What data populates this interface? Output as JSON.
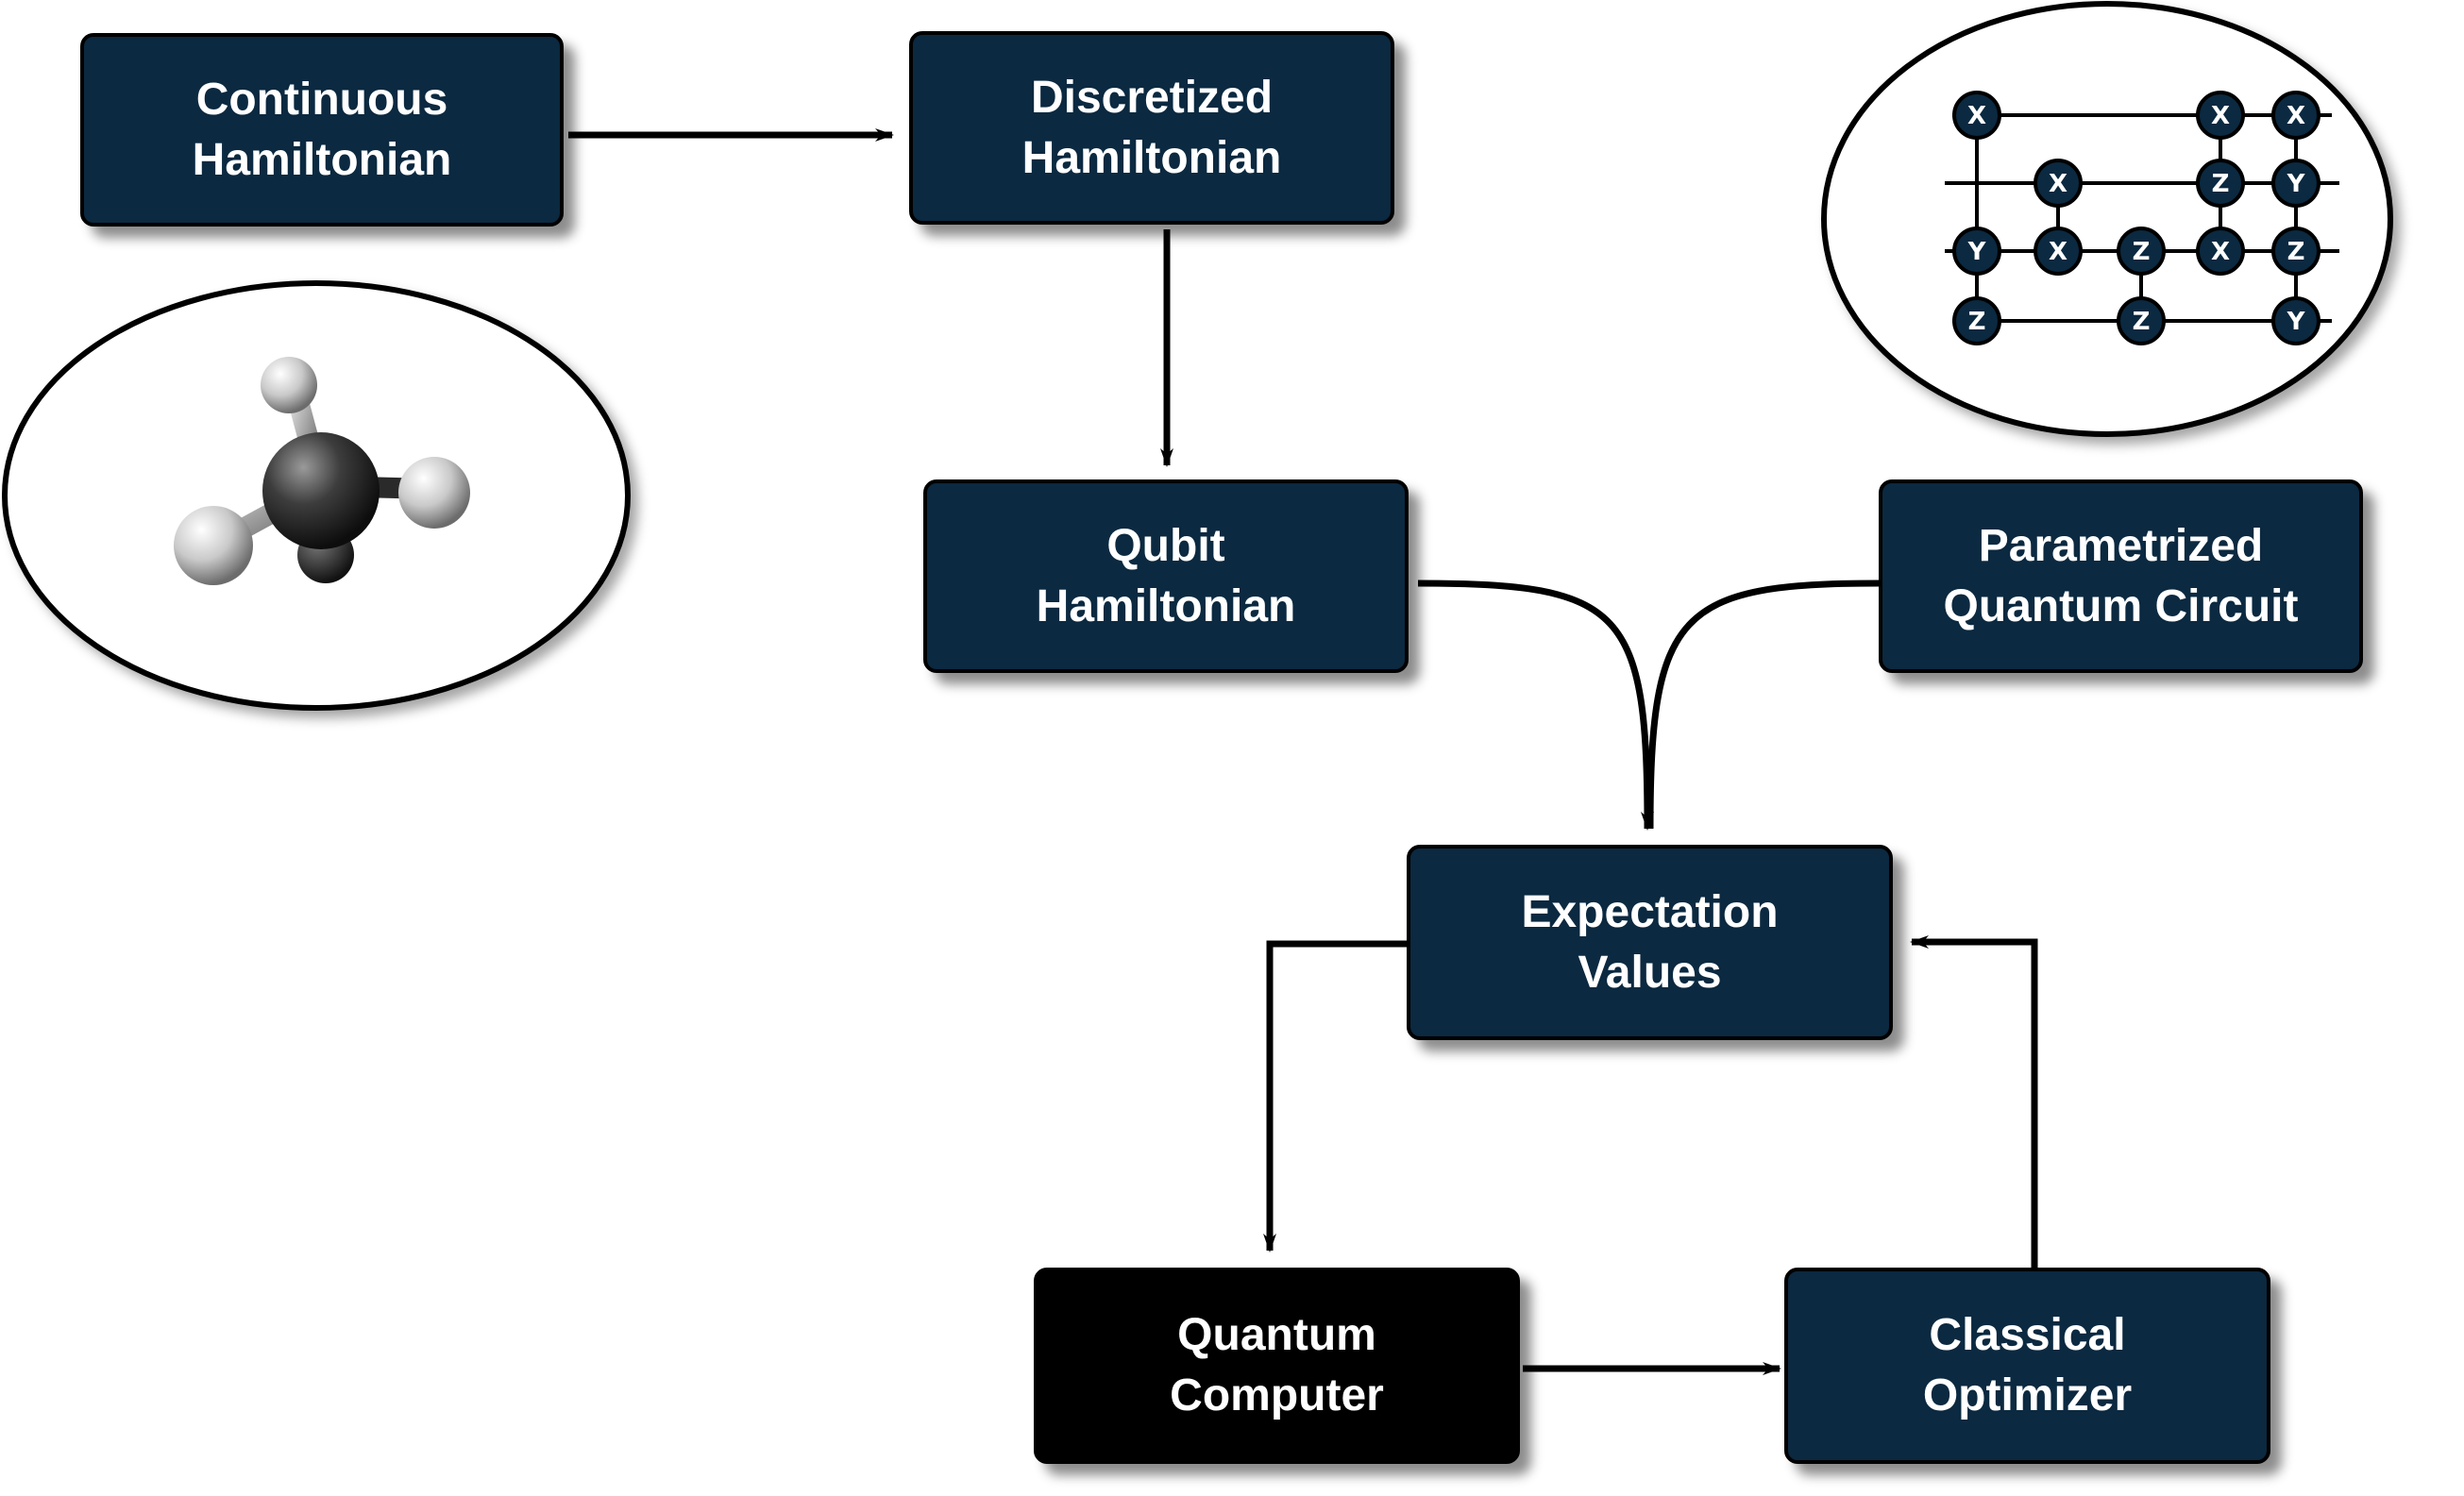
{
  "diagram": {
    "nodes": {
      "continuous_hamiltonian": {
        "line1": "Continuous",
        "line2": "Hamiltonian"
      },
      "discretized_hamiltonian": {
        "line1": "Discretized",
        "line2": "Hamiltonian"
      },
      "qubit_hamiltonian": {
        "line1": "Qubit",
        "line2": "Hamiltonian"
      },
      "parametrized_quantum_circuit": {
        "line1": "Parametrized",
        "line2": "Quantum Circuit"
      },
      "expectation_values": {
        "line1": "Expectation",
        "line2": "Values"
      },
      "quantum_computer": {
        "line1": "Quantum",
        "line2": "Computer"
      },
      "classical_optimizer": {
        "line1": "Classical",
        "line2": "Optimizer"
      }
    },
    "edges": [
      {
        "from": "continuous_hamiltonian",
        "to": "discretized_hamiltonian"
      },
      {
        "from": "discretized_hamiltonian",
        "to": "qubit_hamiltonian"
      },
      {
        "from": "qubit_hamiltonian",
        "to": "expectation_values"
      },
      {
        "from": "parametrized_quantum_circuit",
        "to": "expectation_values"
      },
      {
        "from": "expectation_values",
        "to": "quantum_computer"
      },
      {
        "from": "quantum_computer",
        "to": "classical_optimizer"
      },
      {
        "from": "classical_optimizer",
        "to": "expectation_values"
      }
    ],
    "molecule_illustration": {
      "icon": "methane-molecule-icon",
      "atoms": [
        "C",
        "H",
        "H",
        "H",
        "H"
      ],
      "colors": {
        "carbon": "#3a3a3a",
        "hydrogen": "#d8d8d8"
      }
    },
    "pauli_circuit_illustration": {
      "icon": "pauli-string-circuit-icon",
      "gates": {
        "g1": "X",
        "g2": "X",
        "g3": "X",
        "g4": "X",
        "g5": "Z",
        "g6": "Y",
        "g7": "Y",
        "g8": "X",
        "g9": "Z",
        "g10": "X",
        "g11": "Z",
        "g12": "Z",
        "g13": "Z",
        "g14": "Y"
      }
    },
    "colors": {
      "box_fill": "#0b2940",
      "quantum_computer_fill": "#000000",
      "text": "#ffffff",
      "arrows": "#000000"
    }
  }
}
